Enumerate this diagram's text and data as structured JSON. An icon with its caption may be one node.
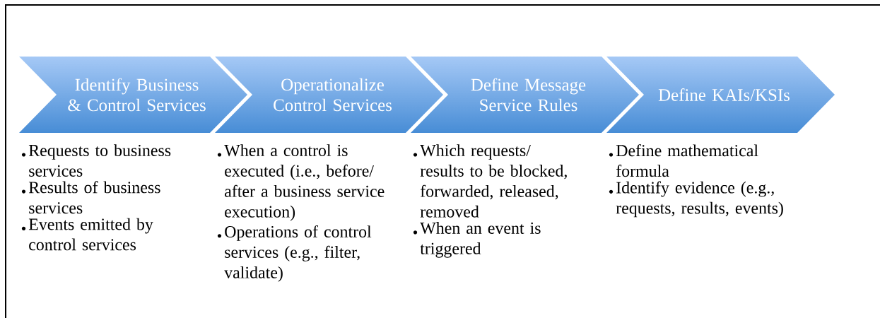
{
  "diagram": {
    "nodes": [
      {
        "text": [
          "Identify Business & Control Services"
        ],
        "beside": [
          "Requests to business services",
          "Results of business services",
          "Events emitted by control services"
        ]
      },
      {
        "text": [
          "Operationalize Control Services"
        ],
        "beside": [
          "When a control is executed (i.e., before/ after a business service execution)",
          "Operations of control services (e.g., filter, validate)"
        ]
      },
      {
        "text": [
          "Define Message Service Rules"
        ],
        "beside": [
          "Which requests/ results to be blocked, forwarded, released, removed",
          "When an event is triggered"
        ]
      },
      {
        "text": [
          "Define KAIs/KSIs"
        ],
        "beside": [
          "Define mathematical formula",
          "Identify evidence (e.g., requests, results, events)"
        ]
      }
    ]
  }
}
